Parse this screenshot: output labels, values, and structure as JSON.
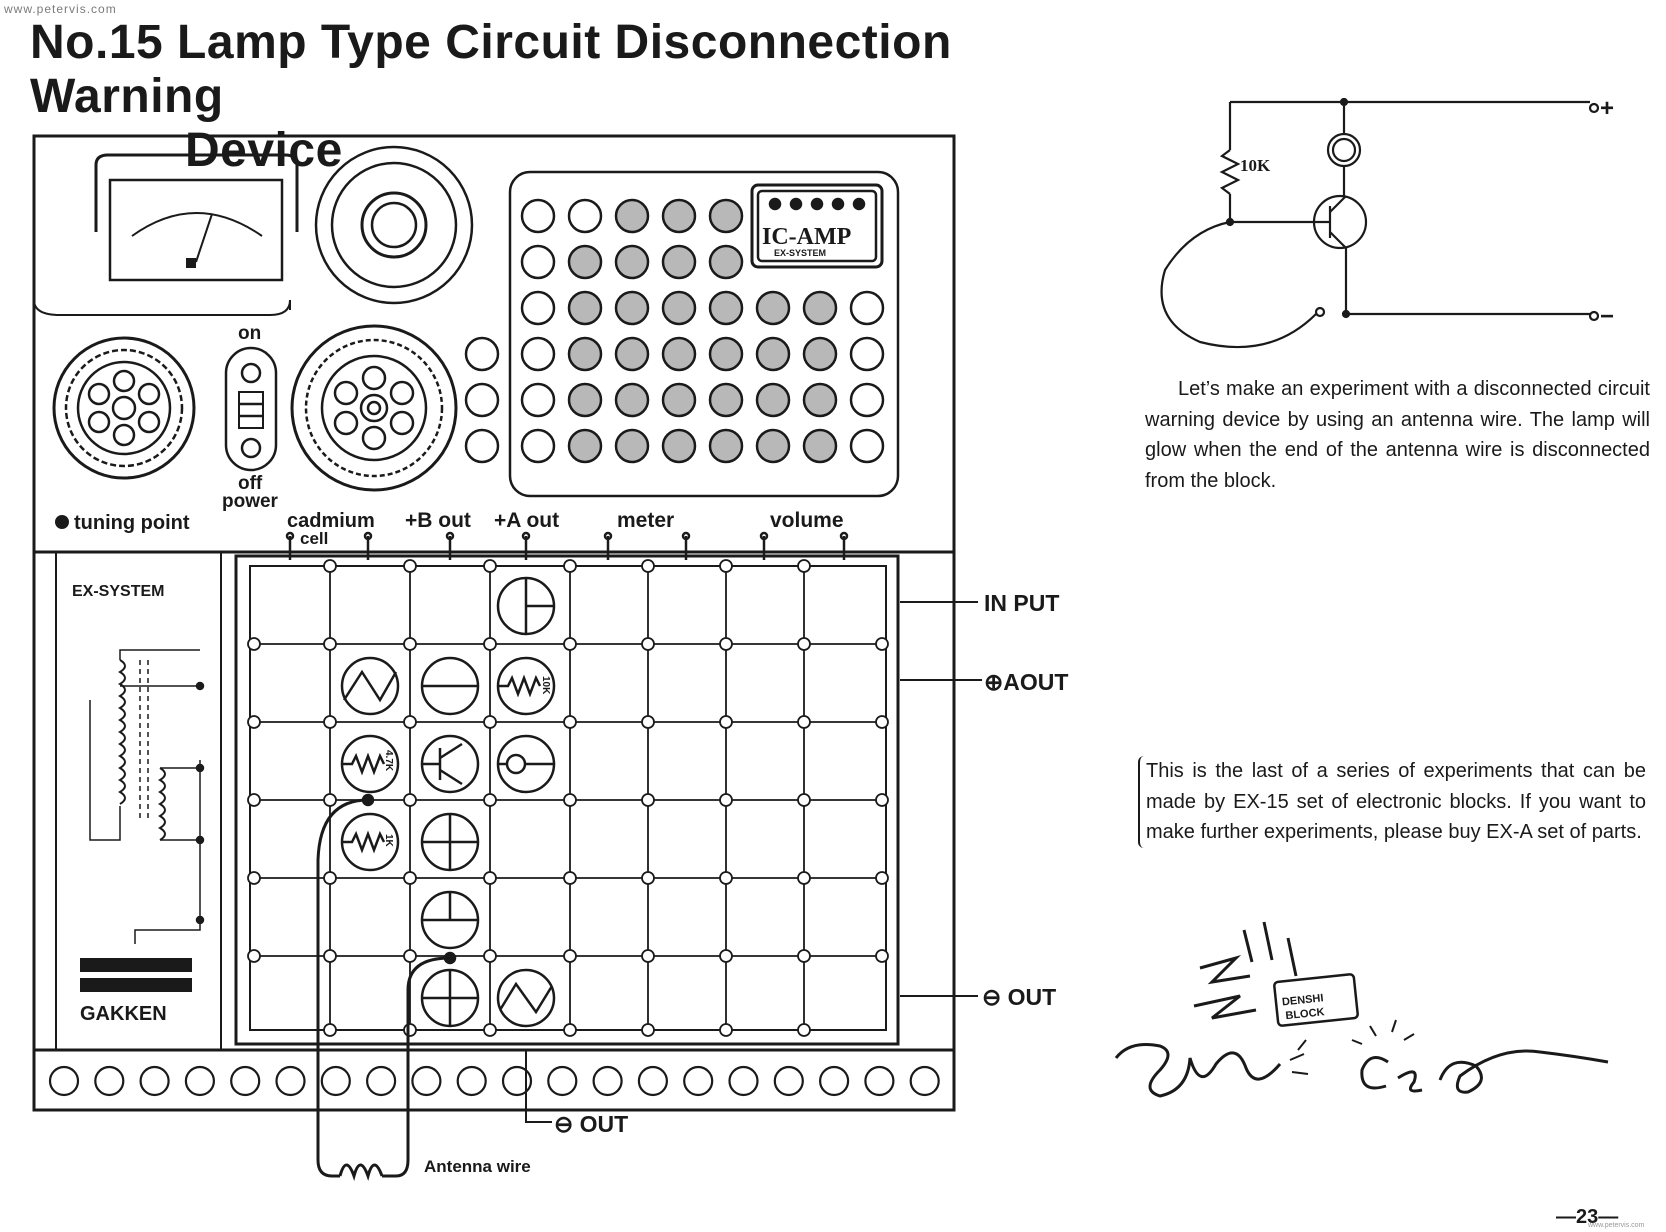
{
  "watermark": "www.petervis.com",
  "title": {
    "line1": "No.15 Lamp Type Circuit Disconnection Warning",
    "line2": "Device"
  },
  "panel": {
    "labels": {
      "on": "on",
      "off": "off",
      "power": "power",
      "tuning_point": "tuning point",
      "cadmium": "cadmium",
      "cell": "cell",
      "b_out": "+B out",
      "a_out": "+A out",
      "meter": "meter",
      "volume": "volume",
      "in_put": "IN PUT",
      "plus_aout": "⊕AOUT",
      "minus_out_right": "⊖ OUT",
      "minus_out_bottom": "⊖ OUT",
      "antenna_wire": "Antenna wire",
      "ex_system": "EX-SYSTEM",
      "gakken": "GAKKEN",
      "ic_amp": "IC-AMP",
      "ic_amp_sub": "EX-SYSTEM"
    },
    "block_values": {
      "r1": "10K",
      "r2": "4.7K",
      "r3": "1K"
    }
  },
  "schematic": {
    "resistor": "10K",
    "plus": "+",
    "minus": "−"
  },
  "text": {
    "paragraph1": "Let’s make an experiment with a disconnected circuit warning device by using an antenna wire. The lamp will glow when the end of the antenna wire is disconnected from the block.",
    "paragraph2": "This is the last of a series of experiments that can be made by EX-15 set of electronic blocks. If you want to make further experiments, please buy EX-A set of parts."
  },
  "cartoon": {
    "label_line1": "DENSHI",
    "label_line2": "BLOCK"
  },
  "page_number": "—23—",
  "footer_watermark": "www.petervis.com"
}
